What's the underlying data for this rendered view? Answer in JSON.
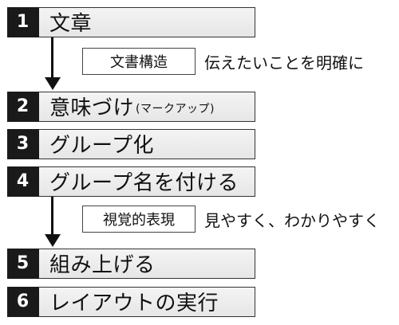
{
  "steps": [
    {
      "num": "1",
      "label": "文章",
      "sub": ""
    },
    {
      "num": "2",
      "label": "意味づけ",
      "sub": "(マークアップ)"
    },
    {
      "num": "3",
      "label": "グループ化",
      "sub": ""
    },
    {
      "num": "4",
      "label": "グループ名を付ける",
      "sub": ""
    },
    {
      "num": "5",
      "label": "組み上げる",
      "sub": ""
    },
    {
      "num": "6",
      "label": "レイアウトの実行",
      "sub": ""
    }
  ],
  "notes": [
    {
      "box": "文書構造",
      "text": "伝えたいことを明確に"
    },
    {
      "box": "視覚的表現",
      "text": "見やすく、わかりやすく"
    }
  ]
}
